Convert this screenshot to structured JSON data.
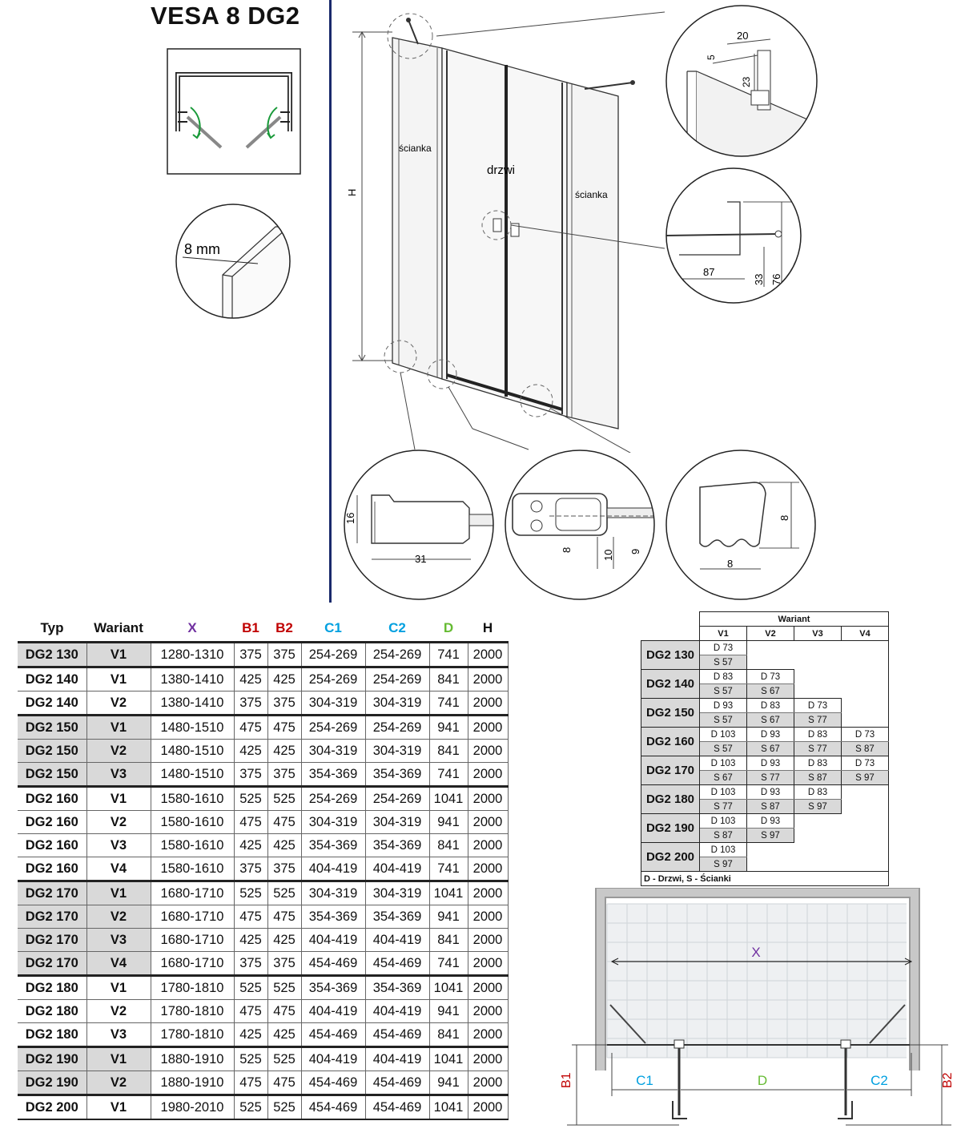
{
  "title": "VESA 8 DG2",
  "glass": {
    "thickness": "8 mm"
  },
  "drawing": {
    "h_label": "H",
    "panel_left": "ścianka",
    "door": "drzwi",
    "panel_right": "ścianka"
  },
  "details": {
    "top": {
      "d1": "20",
      "d2": "5",
      "d3": "23"
    },
    "wall_bar": {
      "d1": "87",
      "d2": "33",
      "d3": "76"
    },
    "profile": {
      "d1": "16",
      "d2": "31"
    },
    "hinge": {
      "d1": "8",
      "d2": "10",
      "d3": "9"
    },
    "seal": {
      "d1": "8",
      "d2": "8"
    }
  },
  "colors": {
    "x": "#7030a0",
    "b": "#c00000",
    "c": "#00a0e0",
    "d": "#66bb33",
    "frame": "#1a2a6c"
  },
  "table": {
    "headers": [
      "Typ",
      "Wariant",
      "X",
      "B1",
      "B2",
      "C1",
      "C2",
      "D",
      "H"
    ],
    "rows": [
      [
        "DG2 130",
        "V1",
        "1280-1310",
        "375",
        "375",
        "254-269",
        "254-269",
        "741",
        "2000"
      ],
      [
        "DG2 140",
        "V1",
        "1380-1410",
        "425",
        "425",
        "254-269",
        "254-269",
        "841",
        "2000"
      ],
      [
        "DG2 140",
        "V2",
        "1380-1410",
        "375",
        "375",
        "304-319",
        "304-319",
        "741",
        "2000"
      ],
      [
        "DG2 150",
        "V1",
        "1480-1510",
        "475",
        "475",
        "254-269",
        "254-269",
        "941",
        "2000"
      ],
      [
        "DG2 150",
        "V2",
        "1480-1510",
        "425",
        "425",
        "304-319",
        "304-319",
        "841",
        "2000"
      ],
      [
        "DG2 150",
        "V3",
        "1480-1510",
        "375",
        "375",
        "354-369",
        "354-369",
        "741",
        "2000"
      ],
      [
        "DG2 160",
        "V1",
        "1580-1610",
        "525",
        "525",
        "254-269",
        "254-269",
        "1041",
        "2000"
      ],
      [
        "DG2 160",
        "V2",
        "1580-1610",
        "475",
        "475",
        "304-319",
        "304-319",
        "941",
        "2000"
      ],
      [
        "DG2 160",
        "V3",
        "1580-1610",
        "425",
        "425",
        "354-369",
        "354-369",
        "841",
        "2000"
      ],
      [
        "DG2 160",
        "V4",
        "1580-1610",
        "375",
        "375",
        "404-419",
        "404-419",
        "741",
        "2000"
      ],
      [
        "DG2 170",
        "V1",
        "1680-1710",
        "525",
        "525",
        "304-319",
        "304-319",
        "1041",
        "2000"
      ],
      [
        "DG2 170",
        "V2",
        "1680-1710",
        "475",
        "475",
        "354-369",
        "354-369",
        "941",
        "2000"
      ],
      [
        "DG2 170",
        "V3",
        "1680-1710",
        "425",
        "425",
        "404-419",
        "404-419",
        "841",
        "2000"
      ],
      [
        "DG2 170",
        "V4",
        "1680-1710",
        "375",
        "375",
        "454-469",
        "454-469",
        "741",
        "2000"
      ],
      [
        "DG2 180",
        "V1",
        "1780-1810",
        "525",
        "525",
        "354-369",
        "354-369",
        "1041",
        "2000"
      ],
      [
        "DG2 180",
        "V2",
        "1780-1810",
        "475",
        "475",
        "404-419",
        "404-419",
        "941",
        "2000"
      ],
      [
        "DG2 180",
        "V3",
        "1780-1810",
        "425",
        "425",
        "454-469",
        "454-469",
        "841",
        "2000"
      ],
      [
        "DG2 190",
        "V1",
        "1880-1910",
        "525",
        "525",
        "404-419",
        "404-419",
        "1041",
        "2000"
      ],
      [
        "DG2 190",
        "V2",
        "1880-1910",
        "475",
        "475",
        "454-469",
        "454-469",
        "941",
        "2000"
      ],
      [
        "DG2 200",
        "V1",
        "1980-2010",
        "525",
        "525",
        "454-469",
        "454-469",
        "1041",
        "2000"
      ]
    ]
  },
  "variants": {
    "title": "Wariant",
    "cols": [
      "V1",
      "V2",
      "V3",
      "V4"
    ],
    "rows": [
      {
        "typ": "DG2 130",
        "cells": [
          [
            "D 73",
            "S 57"
          ]
        ]
      },
      {
        "typ": "DG2 140",
        "cells": [
          [
            "D 83",
            "S 57"
          ],
          [
            "D 73",
            "S 67"
          ]
        ]
      },
      {
        "typ": "DG2 150",
        "cells": [
          [
            "D 93",
            "S 57"
          ],
          [
            "D 83",
            "S 67"
          ],
          [
            "D 73",
            "S 77"
          ]
        ]
      },
      {
        "typ": "DG2 160",
        "cells": [
          [
            "D 103",
            "S 57"
          ],
          [
            "D 93",
            "S 67"
          ],
          [
            "D 83",
            "S 77"
          ],
          [
            "D 73",
            "S 87"
          ]
        ]
      },
      {
        "typ": "DG2 170",
        "cells": [
          [
            "D 103",
            "S 67"
          ],
          [
            "D 93",
            "S 77"
          ],
          [
            "D 83",
            "S 87"
          ],
          [
            "D 73",
            "S 97"
          ]
        ]
      },
      {
        "typ": "DG2 180",
        "cells": [
          [
            "D 103",
            "S 77"
          ],
          [
            "D 93",
            "S 87"
          ],
          [
            "D 83",
            "S 97"
          ]
        ]
      },
      {
        "typ": "DG2 190",
        "cells": [
          [
            "D 103",
            "S 87"
          ],
          [
            "D 93",
            "S 97"
          ]
        ]
      },
      {
        "typ": "DG2 200",
        "cells": [
          [
            "D 103",
            "S 97"
          ]
        ]
      }
    ],
    "legend": "D - Drzwi, S - Ścianki"
  },
  "plan": {
    "x": "X",
    "b1": "B1",
    "b2": "B2",
    "c1": "C1",
    "c2": "C2",
    "d": "D"
  }
}
